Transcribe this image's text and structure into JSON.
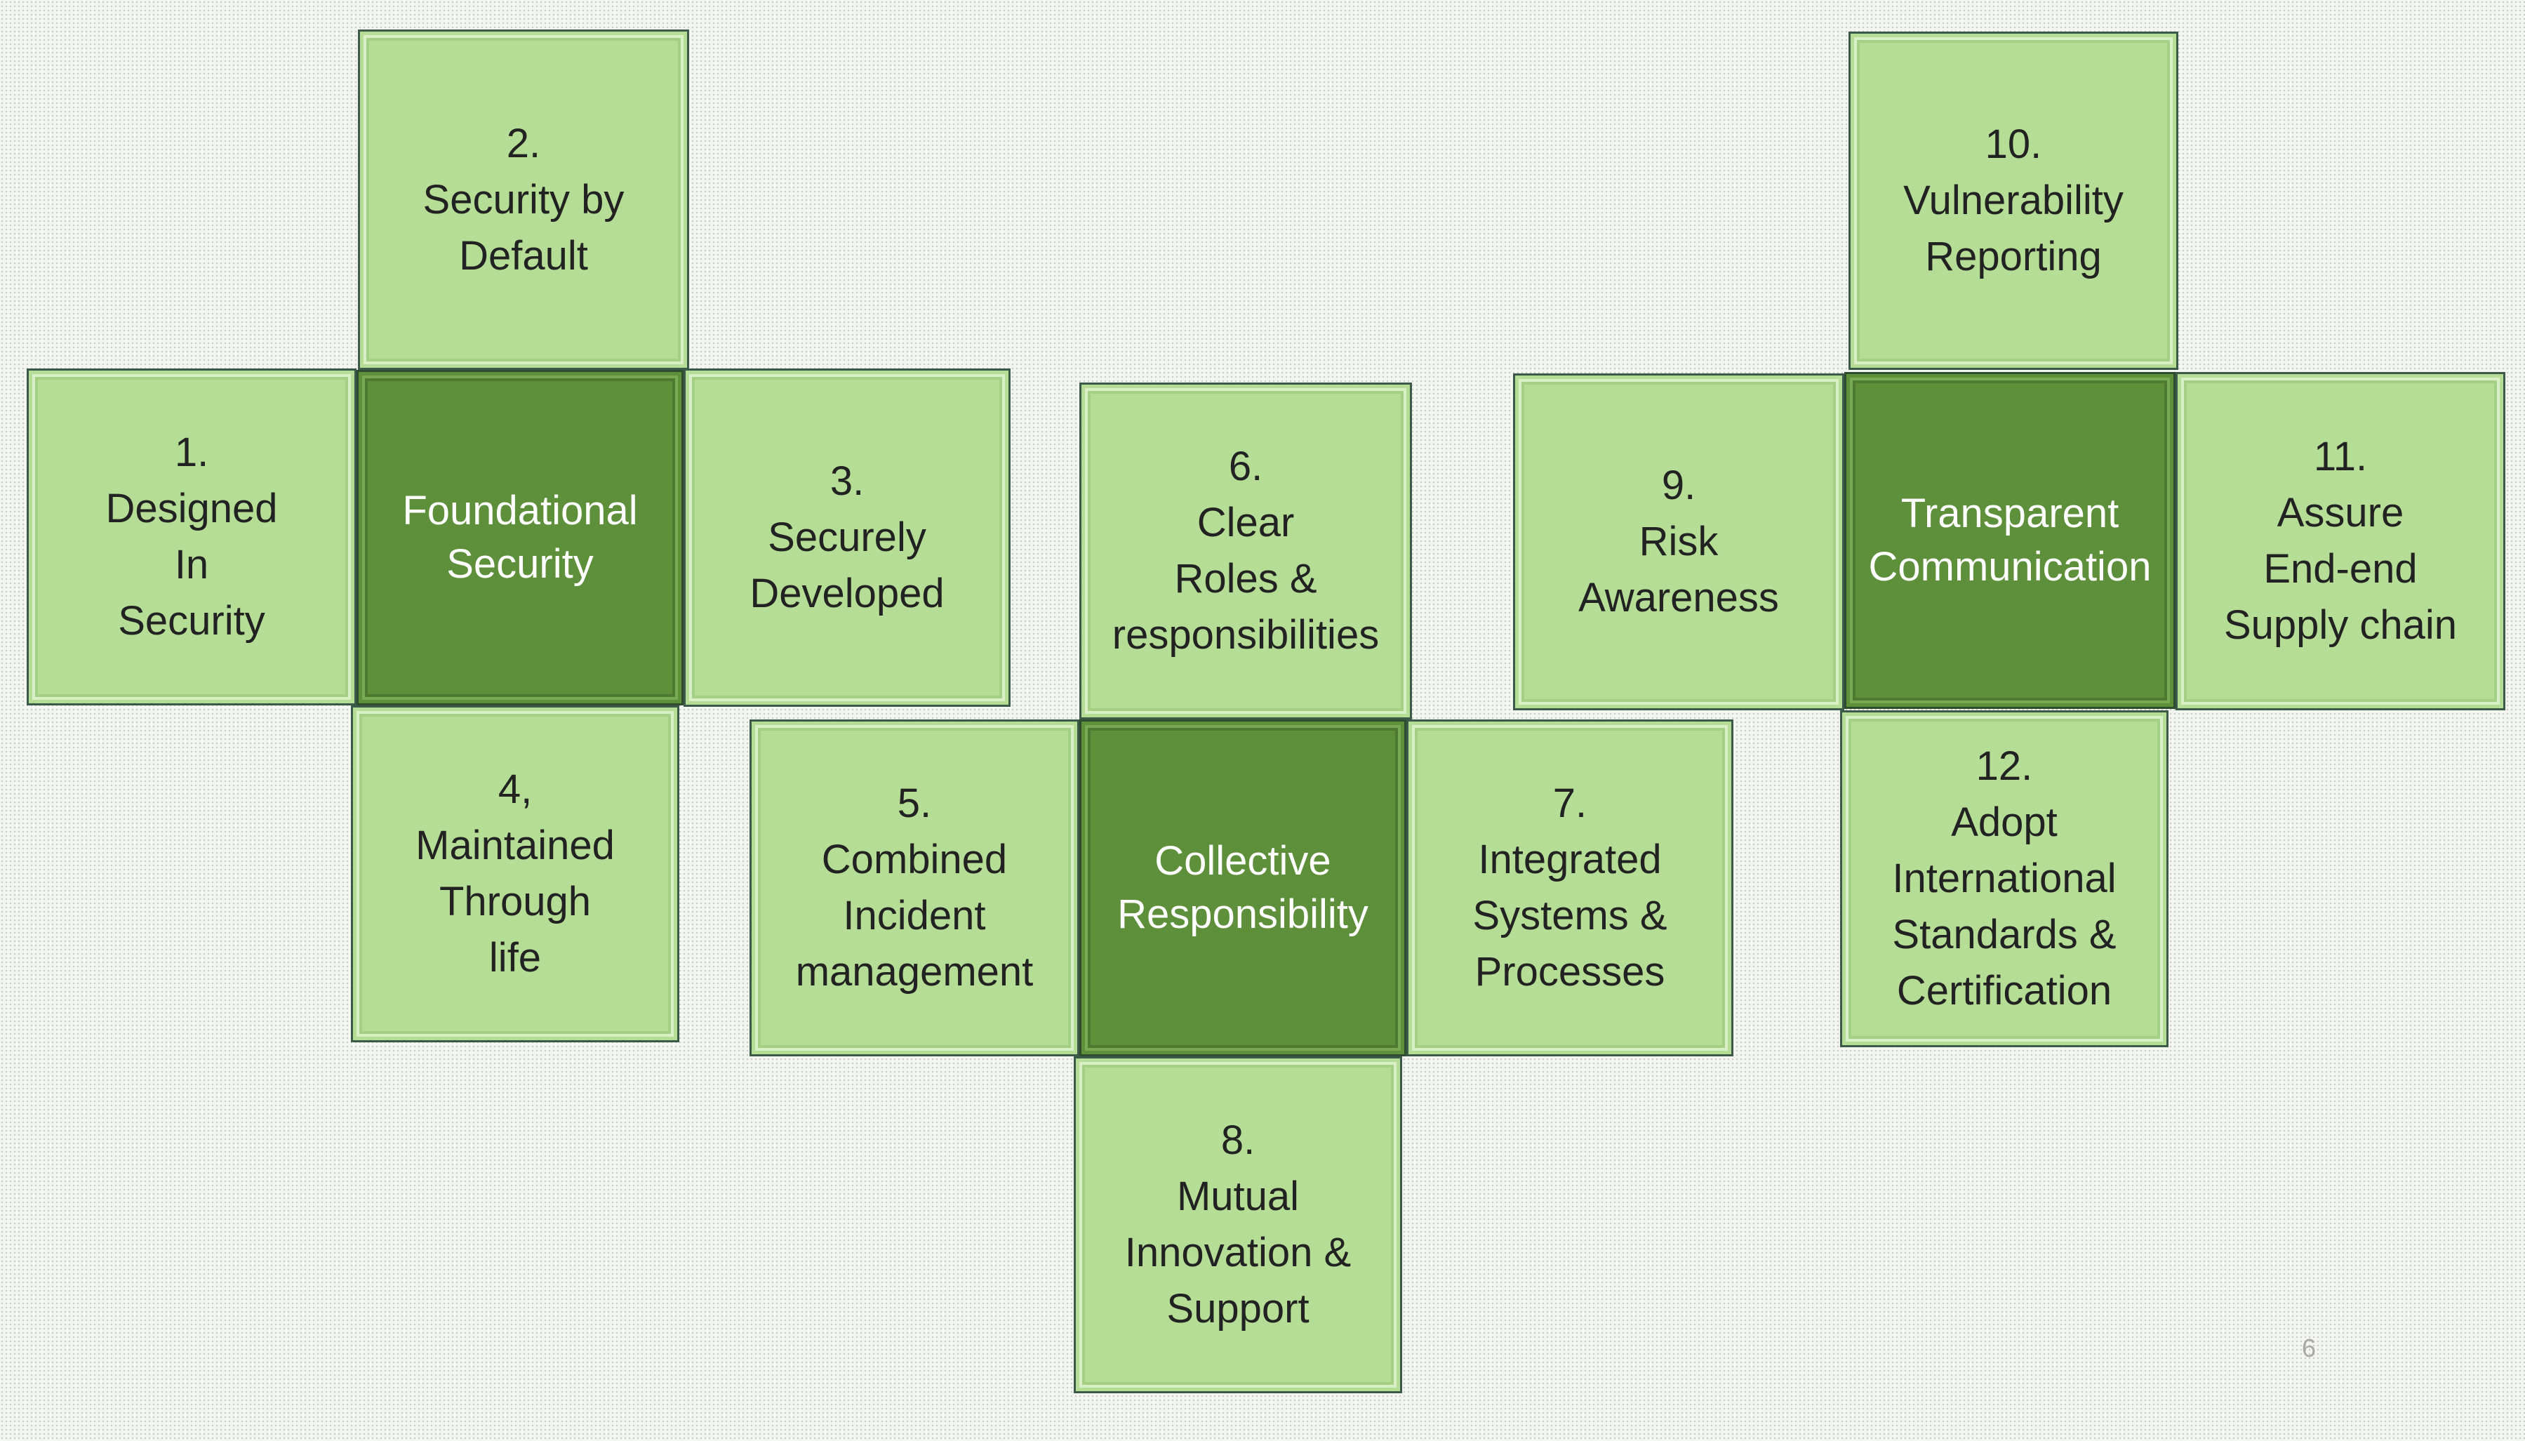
{
  "slide": {
    "page_number": "6"
  },
  "colors": {
    "tile_fill": "#b5dd95",
    "core_fill": "#5e8f3a",
    "tile_border": "#3b5a4a",
    "core_text": "#ffffff",
    "tile_text": "#222222"
  },
  "groups": [
    {
      "core": "Foundational\nSecurity",
      "principles": [
        "1.\nDesigned\nIn\nSecurity",
        "2.\nSecurity by\nDefault",
        "3.\nSecurely\nDeveloped",
        "4,\nMaintained\nThrough\nlife"
      ]
    },
    {
      "core": "Collective\nResponsibility",
      "principles": [
        "5.\nCombined\nIncident\nmanagement",
        "6.\nClear\nRoles &\nresponsibilities",
        "7.\nIntegrated\nSystems &\nProcesses",
        "8.\nMutual\nInnovation &\nSupport"
      ]
    },
    {
      "core": "Transparent\nCommunication",
      "principles": [
        "9.\nRisk\nAwareness",
        "10.\nVulnerability\nReporting",
        "11.\nAssure\nEnd-end\nSupply chain",
        "12.\nAdopt\nInternational\nStandards &\nCertification"
      ]
    }
  ]
}
